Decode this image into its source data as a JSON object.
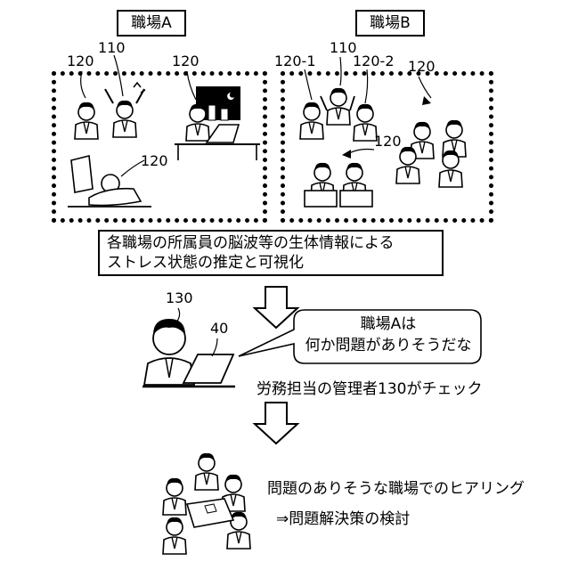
{
  "workplace_a": {
    "title": "職場A",
    "labels": [
      "120",
      "110",
      "120",
      "120"
    ]
  },
  "workplace_b": {
    "title": "職場B",
    "labels": [
      "120-1",
      "110",
      "120-2",
      "120",
      "120"
    ]
  },
  "step1_caption": {
    "line1": "各職場の所属員の脳波等の生体情報による",
    "line2": "ストレス状態の推定と可視化"
  },
  "manager": {
    "label": "130",
    "pc_label": "40",
    "speech_line1": "職場Aは",
    "speech_line2": "何か問題がありそうだな",
    "caption": "労務担当の管理者130がチェック"
  },
  "step3": {
    "line1": "問題のありそうな職場でのヒアリング",
    "line2": "⇒問題解決策の検討"
  }
}
